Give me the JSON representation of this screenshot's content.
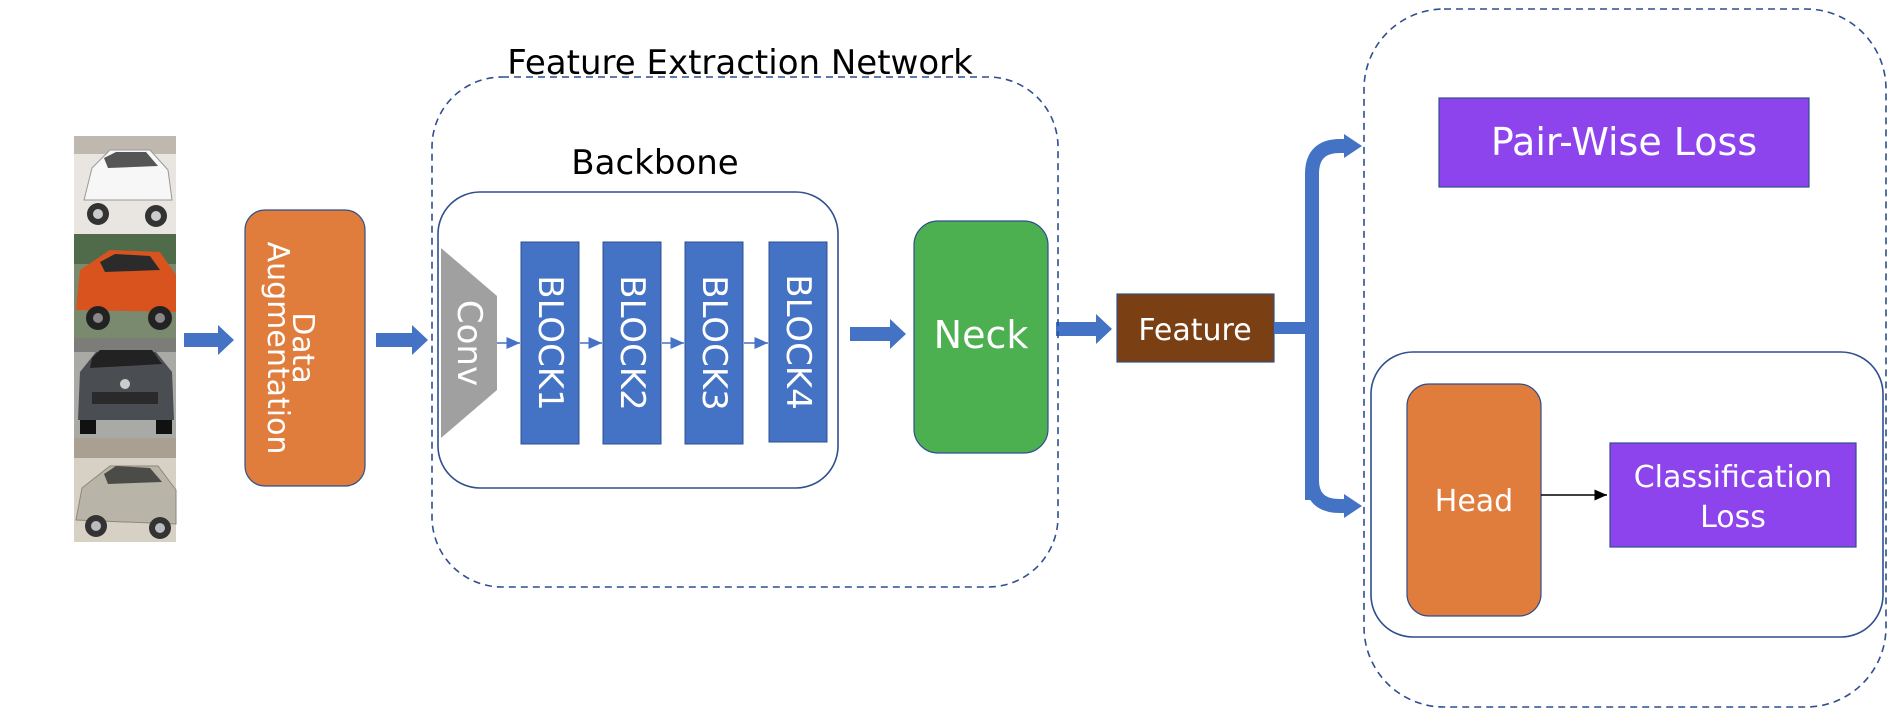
{
  "diagram": {
    "feature_extraction_title": "Feature Extraction Network",
    "backbone_title": "Backbone",
    "data_augmentation_label": [
      "Data",
      "Augmentation"
    ],
    "conv_label": "Conv",
    "blocks": [
      "BLOCK1",
      "BLOCK2",
      "BLOCK3",
      "BLOCK4"
    ],
    "neck_label": "Neck",
    "feature_label": "Feature",
    "pair_wise_loss_label": "Pair-Wise Loss",
    "head_label": "Head",
    "classification_loss_label": [
      "Classification",
      "Loss"
    ]
  },
  "colors": {
    "orange": "#E07C3C",
    "blue": "#4472C4",
    "gray": "#A0A0A0",
    "green": "#4CAF50",
    "brown": "#7B3F14",
    "purple": "#8E44EC",
    "outline": "#2F4F8F"
  }
}
